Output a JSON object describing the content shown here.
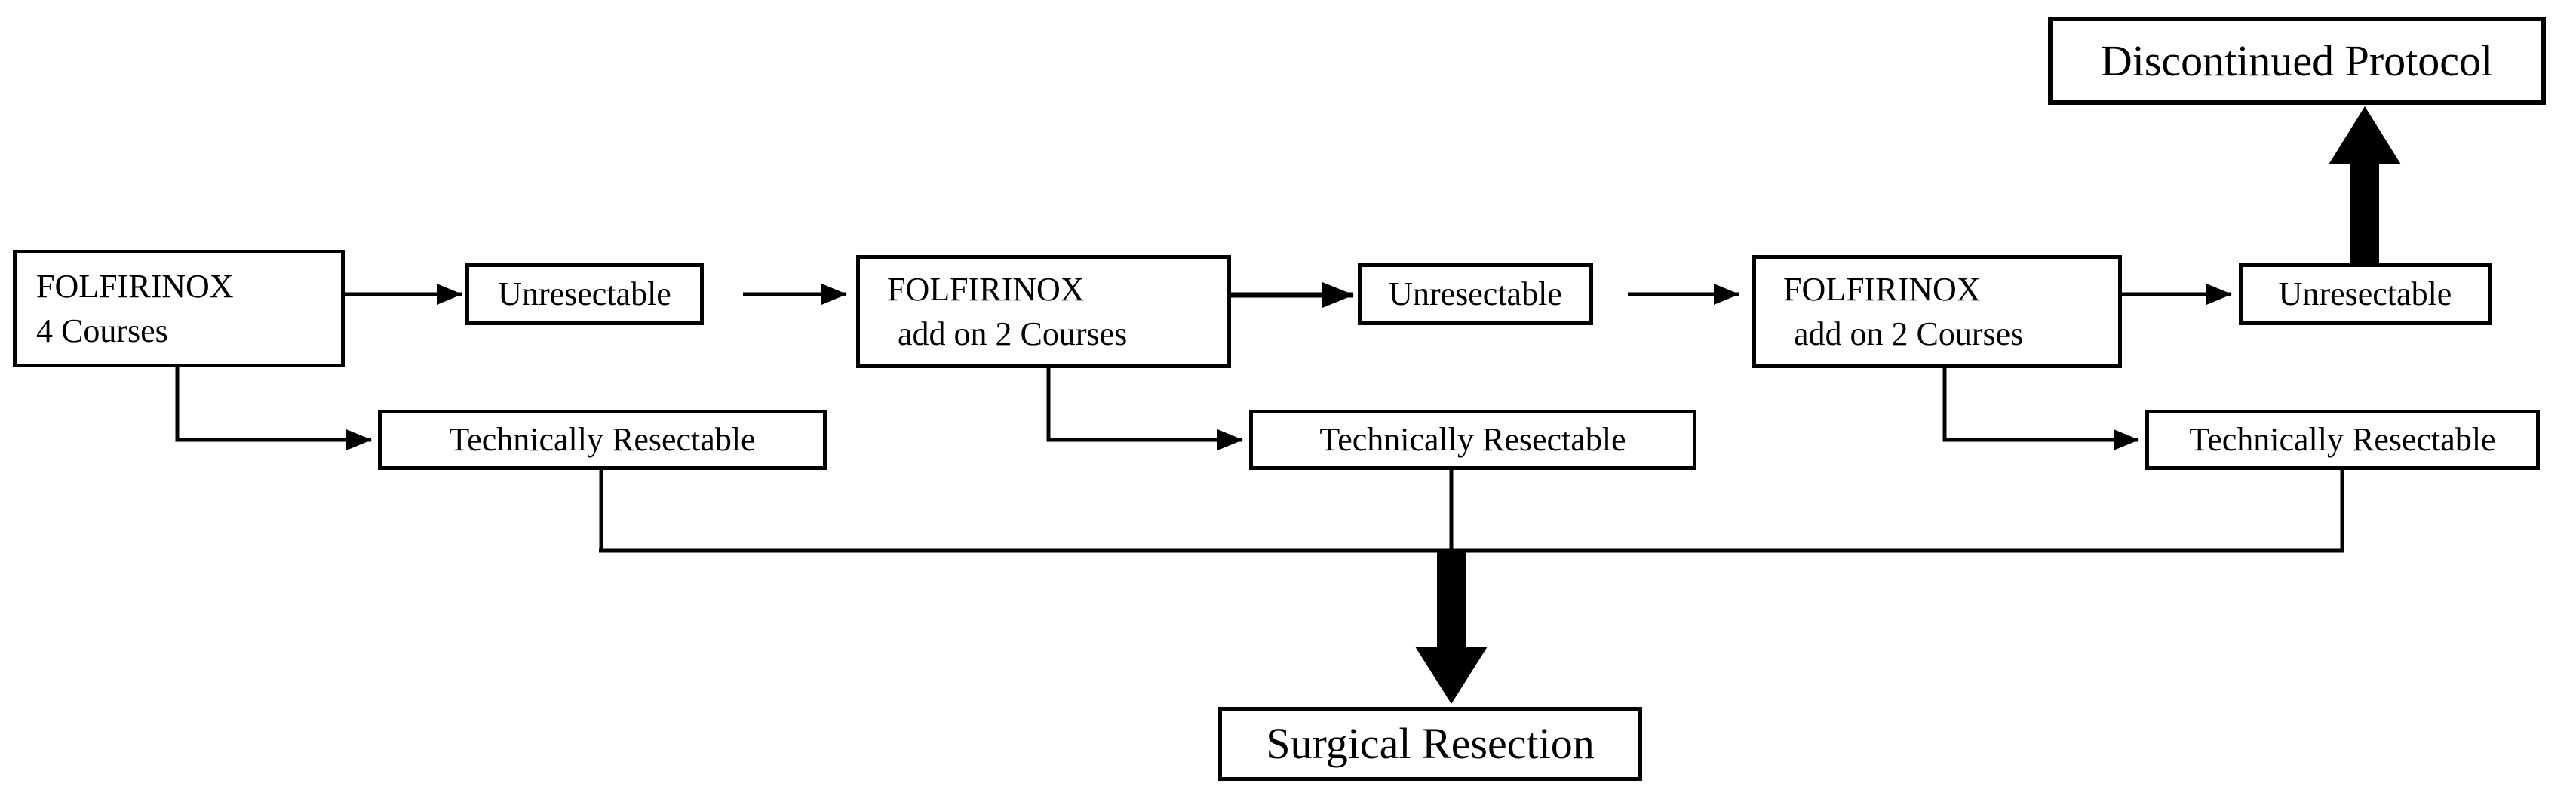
{
  "colors": {
    "background": "#ffffff",
    "box_fill": "#ffffff",
    "box_border": "#000000",
    "arrow": "#000000",
    "text": "#000000"
  },
  "boxes": {
    "folfirinox_1": {
      "line1": "FOLFIRINOX",
      "line2": "4 Courses"
    },
    "unresectable_1": {
      "label": "Unresectable"
    },
    "folfirinox_2": {
      "line1": "FOLFIRINOX",
      "line2": "add on 2 Courses"
    },
    "unresectable_2": {
      "label": "Unresectable"
    },
    "folfirinox_3": {
      "line1": "FOLFIRINOX",
      "line2": "add on 2 Courses"
    },
    "unresectable_3": {
      "label": "Unresectable"
    },
    "technically_resectable_1": {
      "label": "Technically Resectable"
    },
    "technically_resectable_2": {
      "label": "Technically Resectable"
    },
    "technically_resectable_3": {
      "label": "Technically Resectable"
    },
    "discontinued_protocol": {
      "label": "Discontinued Protocol"
    },
    "surgical_resection": {
      "label": "Surgical Resection"
    }
  },
  "edges": [
    {
      "from": "folfirinox_1",
      "to": "unresectable_1",
      "style": "thin-arrow"
    },
    {
      "from": "unresectable_1",
      "to": "folfirinox_2",
      "style": "thin-arrow"
    },
    {
      "from": "folfirinox_2",
      "to": "unresectable_2",
      "style": "medium-arrow"
    },
    {
      "from": "unresectable_2",
      "to": "folfirinox_3",
      "style": "thin-arrow"
    },
    {
      "from": "folfirinox_3",
      "to": "unresectable_3",
      "style": "thin-arrow"
    },
    {
      "from": "folfirinox_1",
      "to": "technically_resectable_1",
      "style": "elbow-arrow"
    },
    {
      "from": "folfirinox_2",
      "to": "technically_resectable_2",
      "style": "elbow-arrow"
    },
    {
      "from": "folfirinox_3",
      "to": "technically_resectable_3",
      "style": "elbow-arrow"
    },
    {
      "from": "unresectable_3",
      "to": "discontinued_protocol",
      "style": "thick-block-arrow-up"
    },
    {
      "from": "technically_resectable_1",
      "to": "surgical_resection",
      "style": "collector-line"
    },
    {
      "from": "technically_resectable_2",
      "to": "surgical_resection",
      "style": "thick-block-arrow-down"
    },
    {
      "from": "technically_resectable_3",
      "to": "surgical_resection",
      "style": "collector-line"
    }
  ]
}
